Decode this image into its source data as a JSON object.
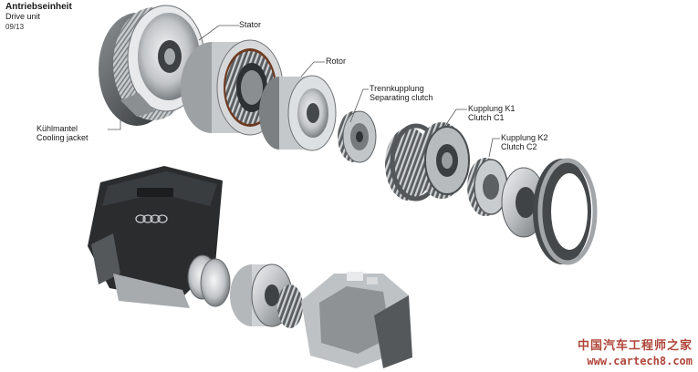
{
  "header": {
    "title_de": "Antriebseinheit",
    "title_en": "Drive unit",
    "date": "09/13"
  },
  "labels": {
    "stator": "Stator",
    "rotor": "Rotor",
    "separating_clutch_de": "Trennkupplung",
    "separating_clutch_en": "Separating clutch",
    "clutch_k1_de": "Kupplung K1",
    "clutch_k1_en": "Clutch C1",
    "clutch_k2_de": "Kupplung K2",
    "clutch_k2_en": "Clutch C2",
    "cooling_jacket_de": "Kühlmantel",
    "cooling_jacket_en": "Cooling jacket"
  },
  "watermark": {
    "cn": "中国汽车工程师之家",
    "url": "www.cartech8.com"
  },
  "colors": {
    "steel_light": "#d9dbdd",
    "steel_mid": "#9a9ea2",
    "steel_dark": "#4a4d50",
    "copper": "#8a4a2a",
    "engine_black": "#2a2c2e",
    "watermark": "#b0453a"
  }
}
